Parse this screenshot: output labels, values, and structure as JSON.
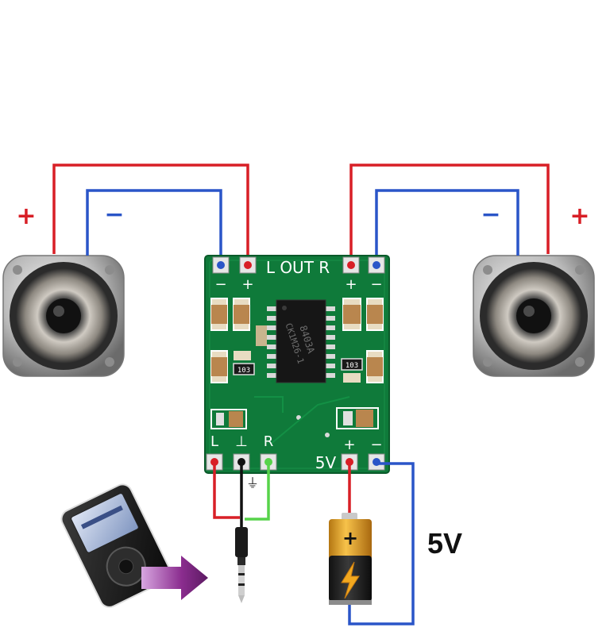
{
  "polarity_marks": {
    "left_plus": "+",
    "left_minus": "−",
    "right_minus": "−",
    "right_plus": "+"
  },
  "board": {
    "out_label": "L OUT R",
    "top_left_pad_signs": [
      "−",
      "+"
    ],
    "top_right_pad_signs": [
      "+",
      "−"
    ],
    "input_labels": [
      "L",
      "⊥",
      "R"
    ],
    "power_label": "5V",
    "power_pad_signs": [
      "+",
      "−"
    ],
    "chip_line1": "8403A",
    "chip_line2": "CK1M26-1",
    "resistor_code_left": "103",
    "resistor_code_right": "103"
  },
  "ground_symbol": "⏚",
  "battery": {
    "plus_sign": "+"
  },
  "supply_voltage_label": "5V",
  "colors": {
    "positive_wire": "#d81f26",
    "negative_wire": "#2a55c8",
    "signal_right_wire": "#57d34a",
    "ground_wire": "#111111",
    "pcb_green": "#0f7a3a",
    "battery_gold": "#e1a021",
    "arrow_purple": "#8b2d8f"
  }
}
